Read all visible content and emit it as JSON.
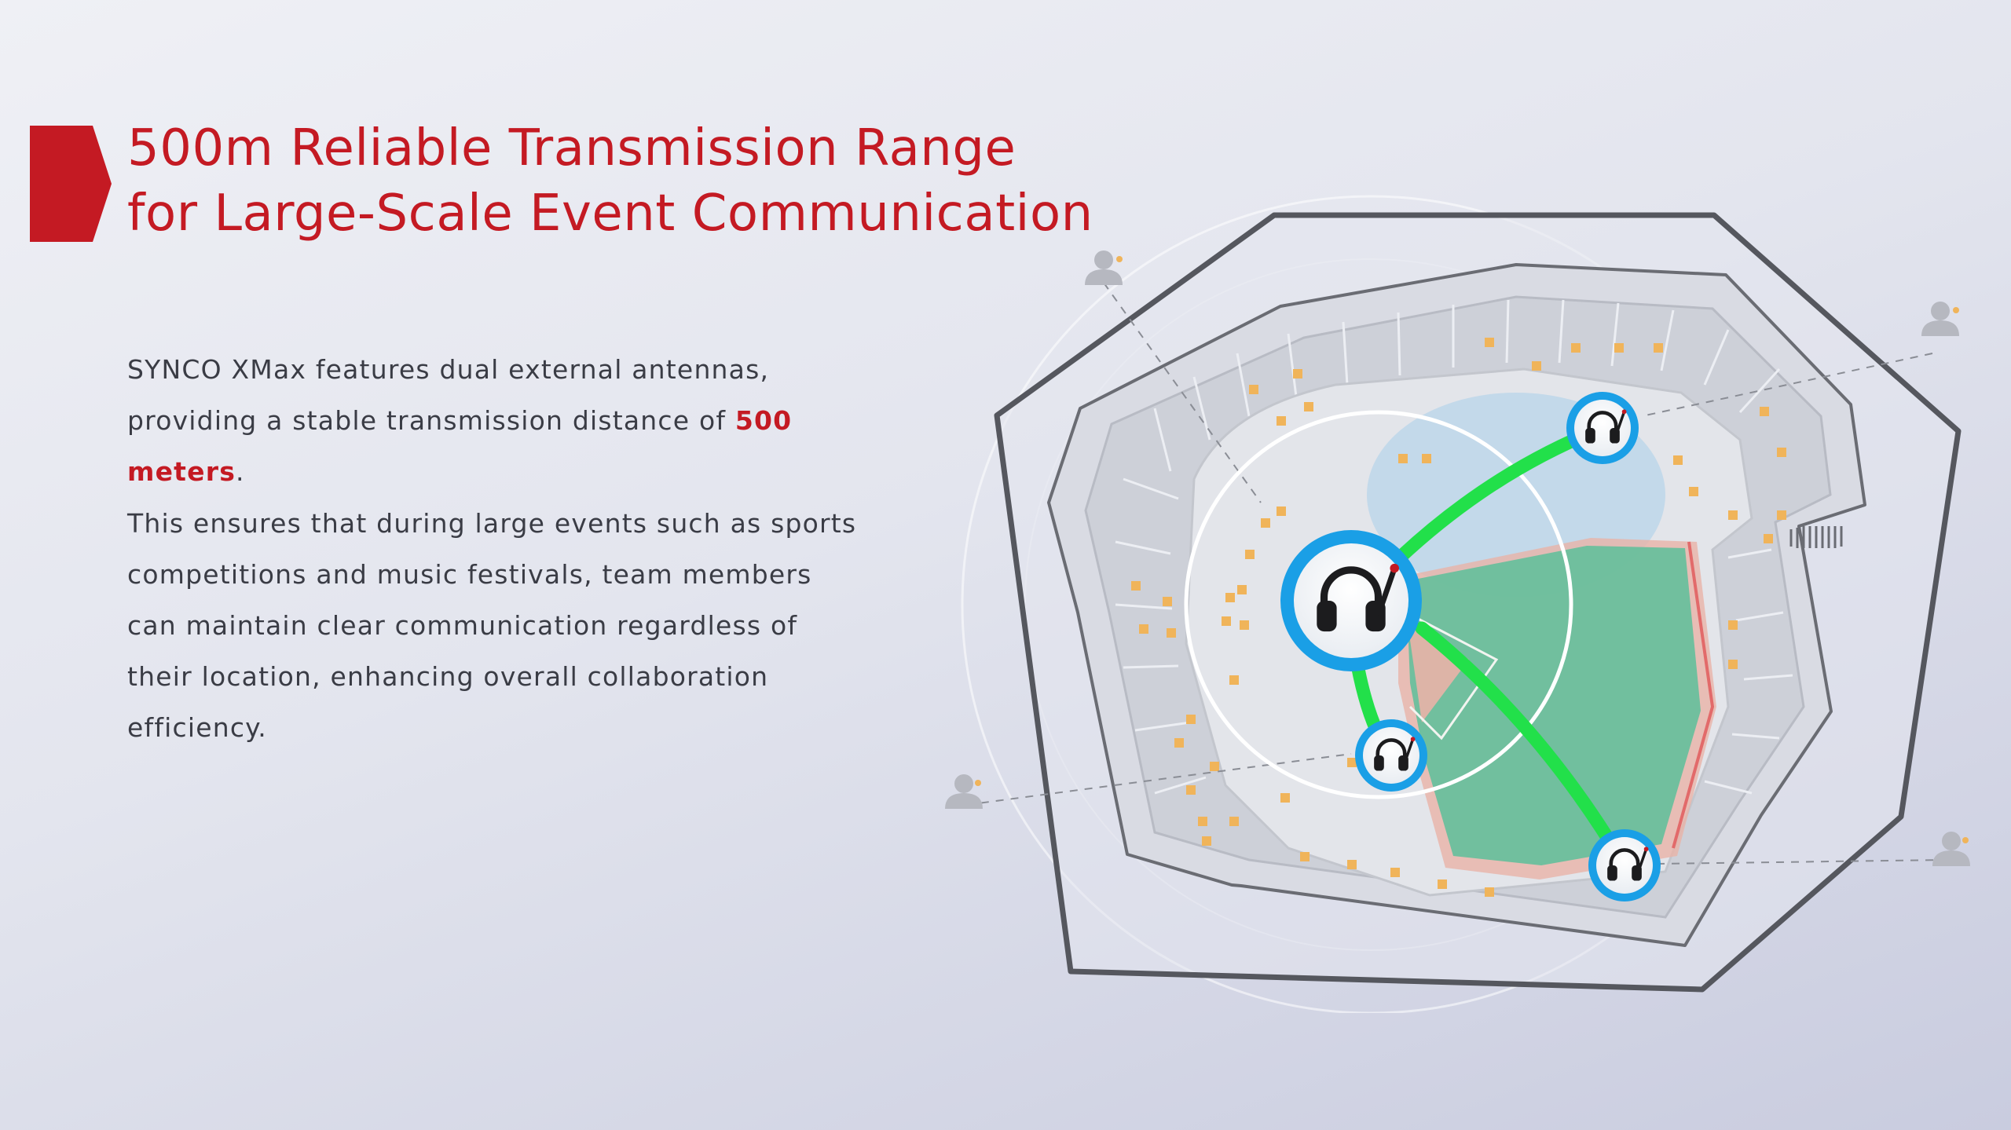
{
  "heading": {
    "line1": "500m Reliable Transmission Range",
    "line2": "for Large-Scale Event Communication"
  },
  "intro": {
    "before": "SYNCO XMax features dual external antennas, providing a stable transmission distance of ",
    "highlight": "500 meters",
    "after": "."
  },
  "details": "This ensures that during large events such as sports competitions and music festivals, team members can maintain clear communication regardless of their location, enhancing overall collaboration efficiency.",
  "colors": {
    "accent": "#c41a23",
    "link": "#22e04a",
    "field": "#5cbf9a",
    "device_ring": "#1a9fe6"
  },
  "icons": [
    "title-marker-icon",
    "headset-icon",
    "person-icon"
  ]
}
